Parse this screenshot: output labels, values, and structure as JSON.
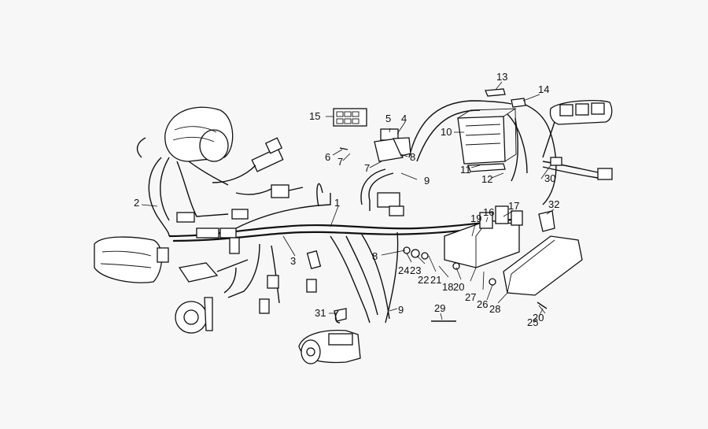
{
  "diagram": {
    "callouts": [
      "1",
      "2",
      "3",
      "4",
      "5",
      "6",
      "7",
      "7",
      "8",
      "8",
      "9",
      "9",
      "10",
      "11",
      "12",
      "13",
      "14",
      "15",
      "16",
      "17",
      "18",
      "19",
      "20",
      "20",
      "21",
      "22",
      "23",
      "24",
      "25",
      "26",
      "27",
      "28",
      "29",
      "30",
      "31",
      "32"
    ]
  }
}
